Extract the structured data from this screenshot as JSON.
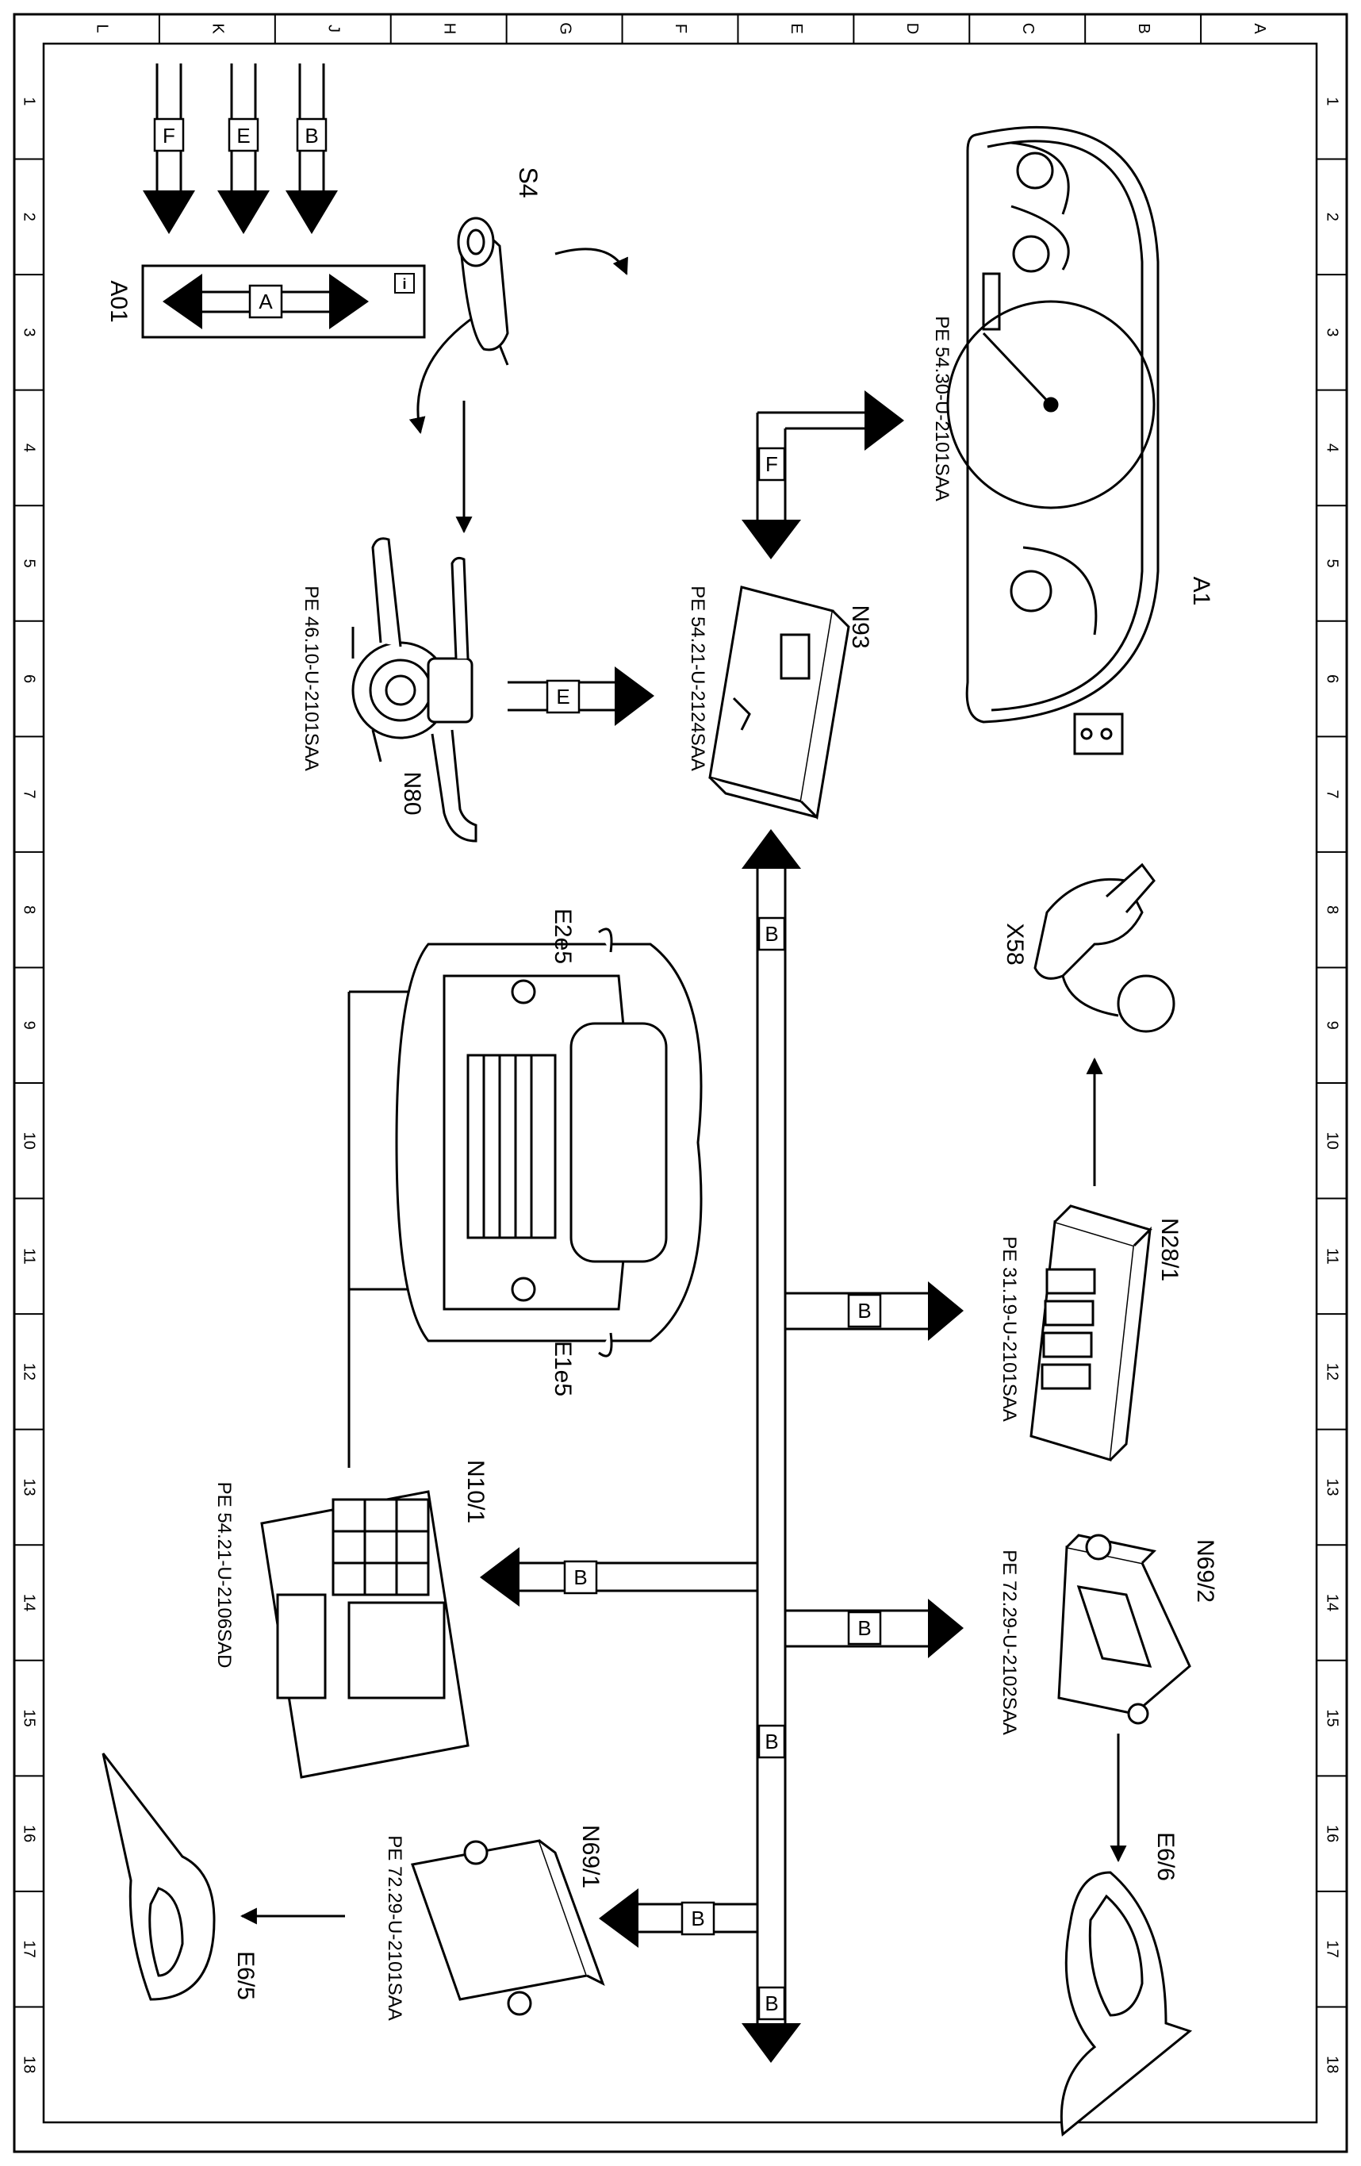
{
  "grid": {
    "columns": [
      "L",
      "K",
      "J",
      "H",
      "G",
      "F",
      "E",
      "D",
      "C",
      "B",
      "A"
    ],
    "rows": [
      "1",
      "2",
      "3",
      "4",
      "5",
      "6",
      "7",
      "8",
      "9",
      "10",
      "11",
      "12",
      "13",
      "14",
      "15",
      "16",
      "17",
      "18"
    ]
  },
  "components": {
    "A1": {
      "label": "A1",
      "ref": "PE 54.30-U-2101SAA"
    },
    "N93": {
      "label": "N93",
      "ref": "PE 54.21-U-2124SAA"
    },
    "N80": {
      "label": "N80",
      "ref": "PE 46.10-U-2101SAA"
    },
    "S4": {
      "label": "S4"
    },
    "A01": {
      "label": "A01"
    },
    "X58": {
      "label": "X58"
    },
    "N28_1": {
      "label": "N28/1",
      "ref": "PE 31.19-U-2101SAA"
    },
    "N69_2": {
      "label": "N69/2",
      "ref": "PE 72.29-U-2102SAA"
    },
    "N10_1": {
      "label": "N10/1",
      "ref": "PE 54.21-U-2106SAD"
    },
    "N69_1": {
      "label": "N69/1",
      "ref": "PE 72.29-U-2101SAA"
    },
    "E6_6": {
      "label": "E6/6"
    },
    "E6_5": {
      "label": "E6/5"
    },
    "E2e5": {
      "label": "E2e5"
    },
    "E1e5": {
      "label": "E1e5"
    }
  },
  "bus_tags": {
    "A": "A",
    "B": "B",
    "E": "E",
    "F": "F"
  },
  "legend_arrows": [
    "F",
    "E",
    "B"
  ],
  "info_icon": "i"
}
